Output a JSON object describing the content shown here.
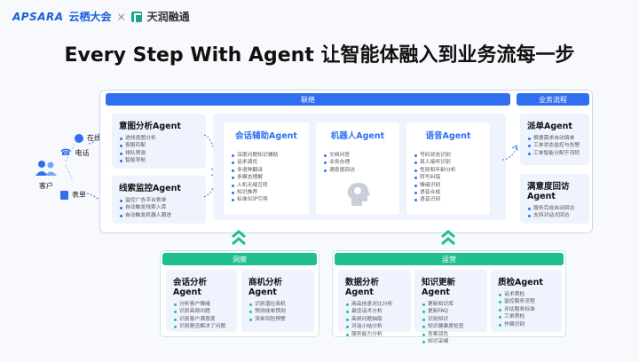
{
  "header": {
    "brand": "APSARA",
    "event": "云栖大会",
    "separator": "×",
    "partner": "天润融通"
  },
  "title": "Every Step With Agent 让智能体融入到业务流每一步",
  "customer": {
    "label": "客户",
    "channels": [
      "在线",
      "电话",
      "表单"
    ]
  },
  "sections": {
    "contact": "联络",
    "workflow": "业务流程",
    "insight": "洞察",
    "operation": "运营"
  },
  "left_agents": [
    {
      "name": "意图分析Agent",
      "items": [
        "进线意图分析",
        "客服匹配",
        "排队预测",
        "智能导航"
      ]
    },
    {
      "name": "线索监控Agent",
      "items": [
        "监控广告平台表单",
        "自动触发线索入库",
        "自动触发机器人跟进"
      ]
    }
  ],
  "center_agents": [
    {
      "name": "会话辅助Agent",
      "items": [
        "深度问题知识辅助",
        "话术调优",
        "多语种翻译",
        "多模态理解",
        "人机无缝互转",
        "知识推荐",
        "标准SOP引导"
      ]
    },
    {
      "name": "机器人Agent",
      "items": [
        "文档问答",
        "业务办理",
        "满意度回访"
      ]
    },
    {
      "name": "语音Agent",
      "items": [
        "号码状态识别",
        "真人接听识别",
        "性别和年龄分析",
        "转写纠错",
        "情绪识别",
        "语音合成",
        "语音识别"
      ]
    }
  ],
  "right_agents": [
    {
      "name": "派单Agent",
      "items": [
        "根据需求自动填单",
        "工单状态监控与告警",
        "工单智能分配于流转"
      ]
    },
    {
      "name": "满意度回访Agent",
      "items": [
        "服务完成自动回访",
        "支持对话式回访"
      ]
    }
  ],
  "bottom_insight": [
    {
      "name": "会话分析Agent",
      "items": [
        "分析客户情绪",
        "识别高频问题",
        "识别客户满意度",
        "识别是否解决了问题"
      ]
    },
    {
      "name": "商机分析Agent",
      "items": [
        "识别潜在商机",
        "预测成单预测",
        "流单风险预警"
      ]
    }
  ],
  "bottom_ops": [
    {
      "name": "数据分析Agent",
      "items": [
        "商品信息对比分析",
        "最佳话术分析",
        "高频问题抽取",
        "对话小结分析",
        "服务能力分析"
      ]
    },
    {
      "name": "知识更新Agent",
      "items": [
        "更新知识库",
        "更新FAQ",
        "识别知识",
        "知识健康度检查",
        "答案润色",
        "知识采编"
      ]
    },
    {
      "name": "质检Agent",
      "items": [
        "话术质检",
        "监控服务流程",
        "评估服务标准",
        "工单质检",
        "作偏识别"
      ]
    }
  ],
  "colors": {
    "blue": "#2f6ff0",
    "green": "#1fbf8f"
  }
}
